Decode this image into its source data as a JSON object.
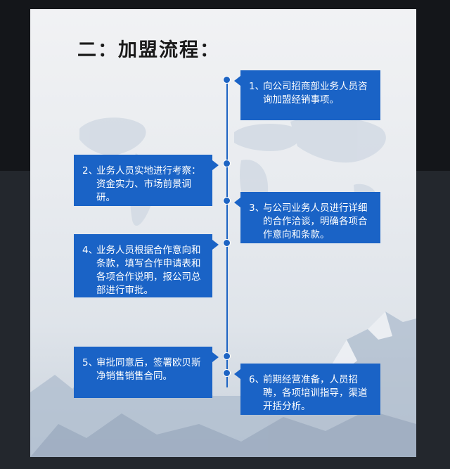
{
  "title": "二：加盟流程：",
  "colors": {
    "accent": "#1a63c6",
    "line": "#1e64c3"
  },
  "steps": [
    {
      "num": "1、",
      "text": "向公司招商部业务人员咨询加盟经销事项。"
    },
    {
      "num": "2、",
      "text": "业务人员实地进行考察：资金实力、市场前景调研。"
    },
    {
      "num": "3、",
      "text": "与公司业务人员进行详细的合作洽谈，明确各项合作意向和条款。"
    },
    {
      "num": "4、",
      "text": "业务人员根据合作意向和条款，填写合作申请表和各项合作说明，报公司总部进行审批。"
    },
    {
      "num": "5、",
      "text": "审批同意后，签署欧贝斯净销售销售合同。"
    },
    {
      "num": "6、",
      "text": "前期经营准备，人员招聘，各项培训指导，渠道开括分析。"
    }
  ]
}
